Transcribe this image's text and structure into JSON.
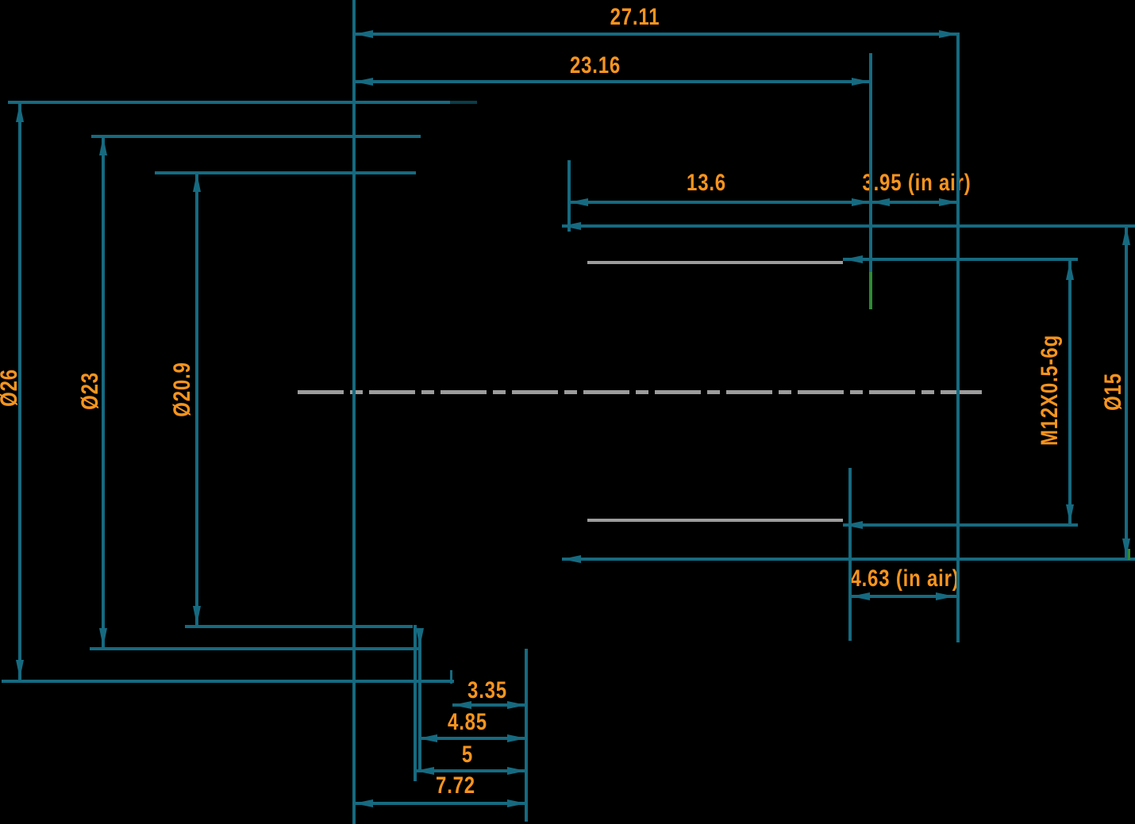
{
  "drawing": {
    "colors": {
      "background": "#000000",
      "dimension_line": "#166a80",
      "dimension_line_faint": "#0b3d4a",
      "object_line": "#9c9c9c",
      "text": "#f7941e",
      "accent_green": "#2e8b33"
    },
    "dimensions": {
      "overall_length": "27.11",
      "body_length": "23.16",
      "thread_section_length": "13.6",
      "back_distance_in_air": "3.95 (in air)",
      "rear_distance_in_air": "4.63 (in air)",
      "front_step_1": "3.35",
      "front_step_2": "4.85",
      "front_step_3": "5",
      "front_length": "7.72",
      "outer_diameter": "Ø26",
      "mid_diameter": "Ø23",
      "inner_diameter": "Ø20.9",
      "thread_spec": "M12X0.5-6g",
      "barrel_diameter": "Ø15"
    }
  }
}
